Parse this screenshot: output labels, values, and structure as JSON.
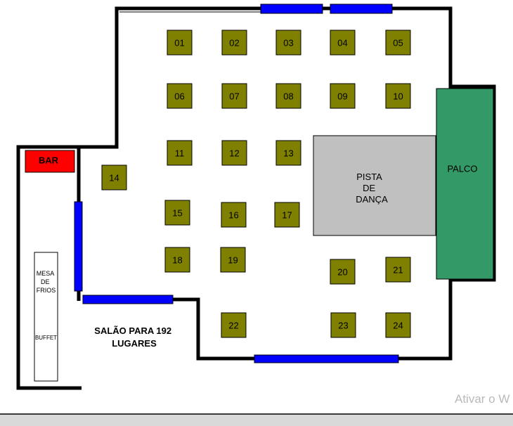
{
  "plan": {
    "bar_label": "BAR",
    "dance_floor_lines": [
      "PISTA",
      "DE",
      "DANÇA"
    ],
    "stage_label": "PALCO",
    "cold_table_lines": [
      "MESA",
      "DE",
      "FRIOS"
    ],
    "buffet_label": "BUFFET",
    "hall_lines": [
      "SALÃO PARA 192",
      "LUGARES"
    ],
    "tables": [
      "01",
      "02",
      "03",
      "04",
      "05",
      "06",
      "07",
      "08",
      "09",
      "10",
      "11",
      "12",
      "13",
      "14",
      "15",
      "16",
      "17",
      "18",
      "19",
      "20",
      "21",
      "22",
      "23",
      "24"
    ]
  },
  "colors": {
    "table": "#808000",
    "wall": "#000000",
    "window": "#0000ff",
    "bar": "#ff0000",
    "dance_floor": "#c0c0c0",
    "stage": "#339966"
  },
  "watermark": "Ativar o W"
}
